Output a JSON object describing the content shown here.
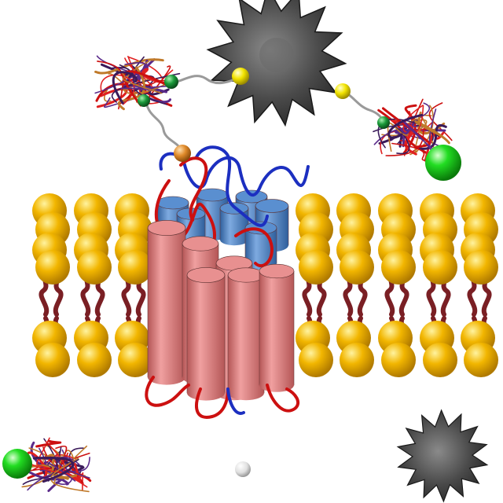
{
  "diagram": {
    "title": "",
    "labels": [],
    "colors": {
      "headgroup": "#f2b600",
      "lipid_tail": "#7a1f24",
      "helix_outer": "#d87878",
      "helix_inner": "#4f83c0",
      "loop_red": "#cc1010",
      "loop_blue": "#1c2fc0",
      "nanoparticle": "#5a5a5a",
      "linker_bead_yellow": "#f2e400",
      "linker_bead_green": "#1a9a3a",
      "ligand_sphere": "#22dd22",
      "anchor_bead": "#e08a2a",
      "free_ion": "#e8e8e8"
    },
    "components": [
      "lipid-bilayer",
      "transmembrane-helix-bundle",
      "star-nanoparticle",
      "protein-ligand-cluster",
      "ion-sphere"
    ]
  }
}
